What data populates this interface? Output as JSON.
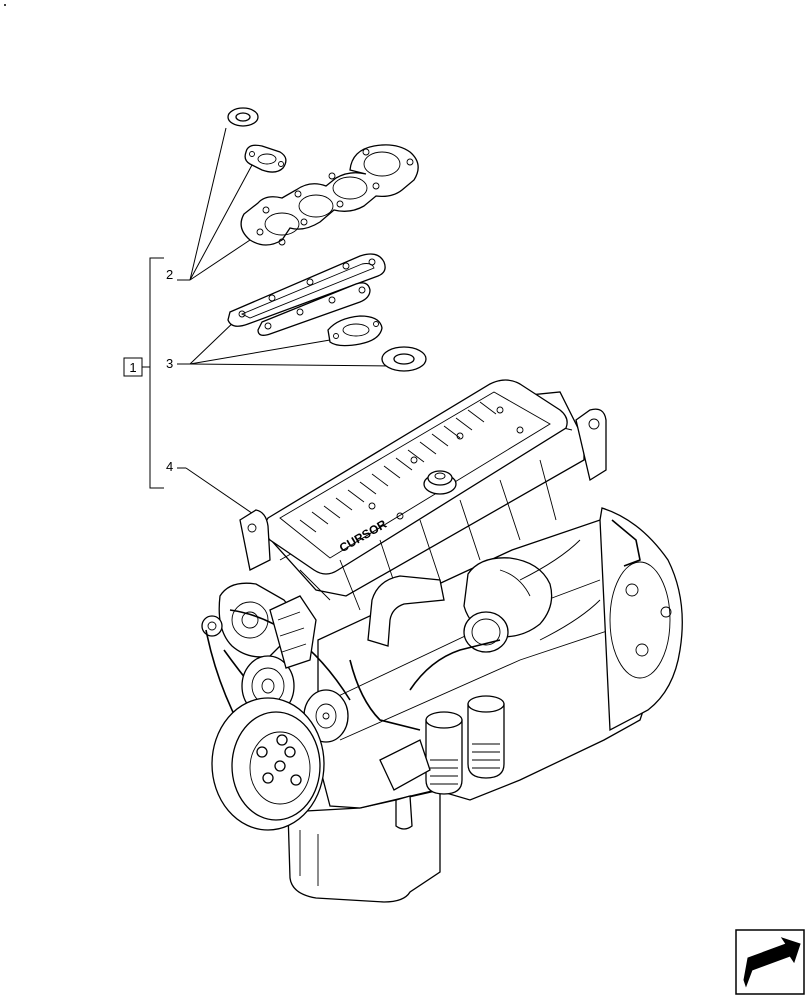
{
  "callouts": {
    "group": "1",
    "item2": "2",
    "item3": "3",
    "item4": "4",
    "cover_text": "CURSOR"
  },
  "icons": {
    "nav": "next-page-arrow-icon"
  }
}
